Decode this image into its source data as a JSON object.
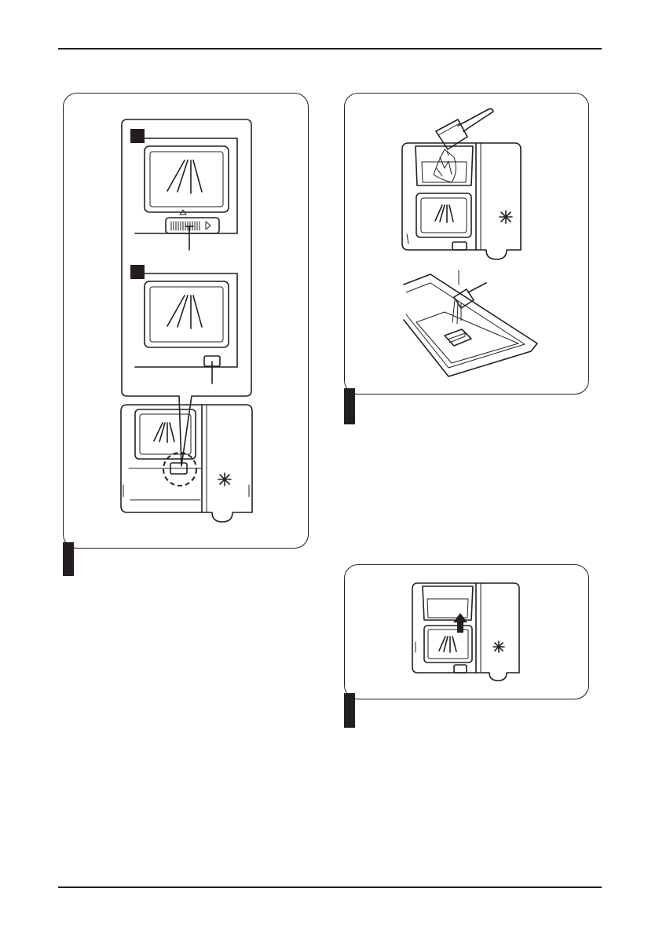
{
  "page": {
    "figures": [
      {
        "id": "figure-1",
        "insets": 2
      },
      {
        "id": "figure-2",
        "views": 2
      },
      {
        "id": "figure-3",
        "views": 1
      }
    ]
  },
  "icons": {
    "rinse-aid-indicator": "sparkle-icon",
    "step-marker": "black-square-icon",
    "push-direction": "arrow-up-icon"
  },
  "colors": {
    "line": "#231f20",
    "background": "#ffffff"
  }
}
